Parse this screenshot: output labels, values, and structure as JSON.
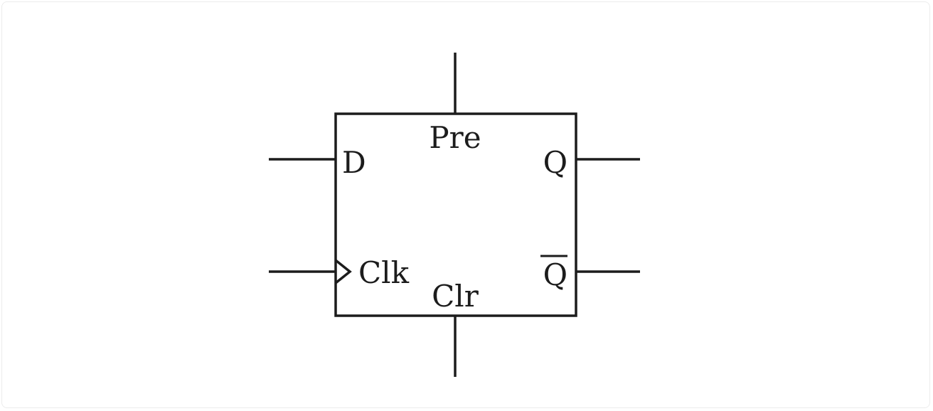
{
  "flipflop": {
    "inputs": {
      "d": "D",
      "clk": "Clk",
      "pre": "Pre",
      "clr": "Clr"
    },
    "outputs": {
      "q": "Q",
      "q_bar": "Q"
    }
  },
  "colors": {
    "stroke": "#1c1c1c",
    "background": "#ffffff"
  }
}
